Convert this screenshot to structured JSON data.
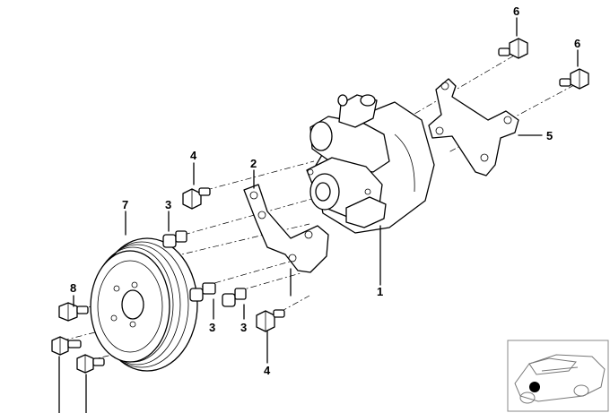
{
  "callouts": {
    "c1": "1",
    "c2": "2",
    "c3a": "3",
    "c3b": "3",
    "c3c": "3",
    "c4a": "4",
    "c4b": "4",
    "c5": "5",
    "c6a": "6",
    "c6b": "6",
    "c7": "7",
    "c8": "8"
  }
}
